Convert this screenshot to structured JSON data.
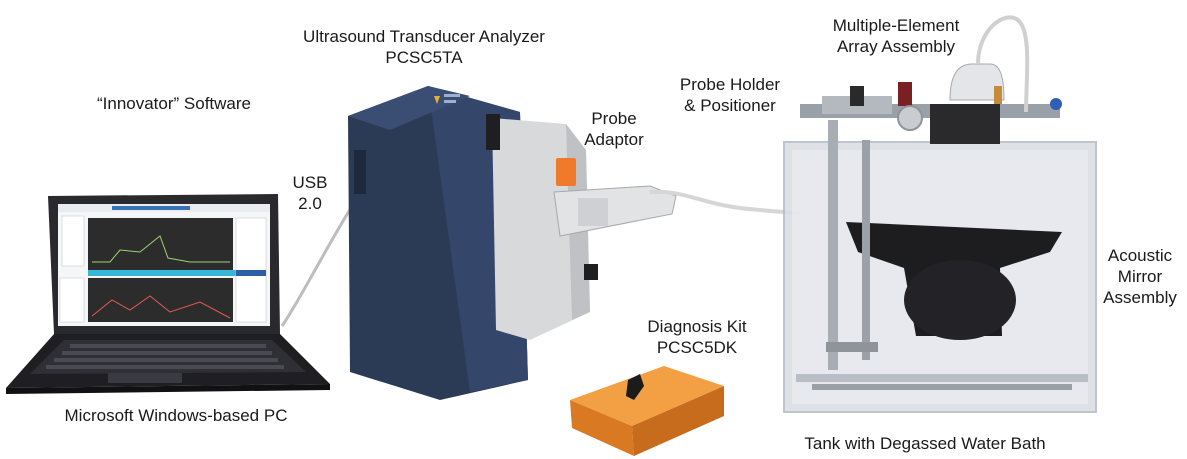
{
  "labels": {
    "analyzer": "Ultrasound Transducer Analyzer\nPCSC5TA",
    "software": "“Innovator” Software",
    "usb": "USB\n2.0",
    "probe_adaptor": "Probe\nAdaptor",
    "probe_holder": "Probe Holder\n& Positioner",
    "array_assembly": "Multiple-Element\nArray Assembly",
    "acoustic_mirror": "Acoustic\nMirror\nAssembly",
    "diagnosis_kit": "Diagnosis Kit\nPCSC5DK",
    "pc": "Microsoft Windows-based PC",
    "tank": "Tank with Degassed Water Bath"
  },
  "colors": {
    "analyzer_body": "#2b3a55",
    "kit_orange": "#e8892a",
    "adaptor_orange": "#f07a2a",
    "laptop_dark": "#2a2a2e",
    "tank_glass": "#d9dde3"
  }
}
